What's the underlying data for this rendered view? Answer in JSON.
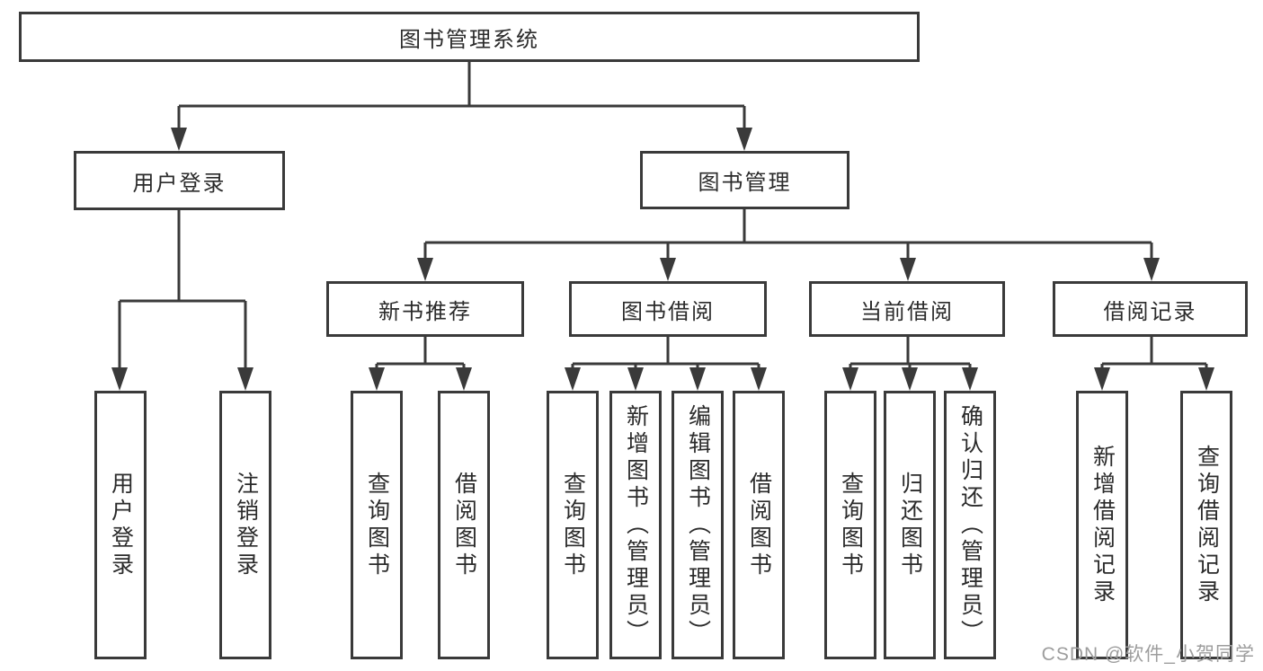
{
  "diagram": {
    "colors": {
      "line": "#3a3a3a",
      "text": "#2b2b2b",
      "background": "#ffffff",
      "watermark": "#9d9d9d"
    },
    "root": {
      "label": "图书管理系统"
    },
    "level2": [
      {
        "label": "用户登录"
      },
      {
        "label": "图书管理"
      }
    ],
    "level3": [
      {
        "label": "新书推荐",
        "parent": "图书管理"
      },
      {
        "label": "图书借阅",
        "parent": "图书管理"
      },
      {
        "label": "当前借阅",
        "parent": "图书管理"
      },
      {
        "label": "借阅记录",
        "parent": "图书管理"
      }
    ],
    "leaves": [
      {
        "label": "用户登录",
        "parent": "用户登录"
      },
      {
        "label": "注销登录",
        "parent": "用户登录"
      },
      {
        "label": "查询图书",
        "parent": "新书推荐"
      },
      {
        "label": "借阅图书",
        "parent": "新书推荐"
      },
      {
        "label": "查询图书",
        "parent": "图书借阅"
      },
      {
        "label": "新增图书（管理员）",
        "parent": "图书借阅"
      },
      {
        "label": "编辑图书（管理员）",
        "parent": "图书借阅"
      },
      {
        "label": "借阅图书",
        "parent": "图书借阅"
      },
      {
        "label": "查询图书",
        "parent": "当前借阅"
      },
      {
        "label": "归还图书",
        "parent": "当前借阅"
      },
      {
        "label": "确认归还（管理员）",
        "parent": "当前借阅"
      },
      {
        "label": "新增借阅记录",
        "parent": "借阅记录"
      },
      {
        "label": "查询借阅记录",
        "parent": "借阅记录"
      }
    ],
    "watermark": "CSDN @软件_小贺同学"
  }
}
